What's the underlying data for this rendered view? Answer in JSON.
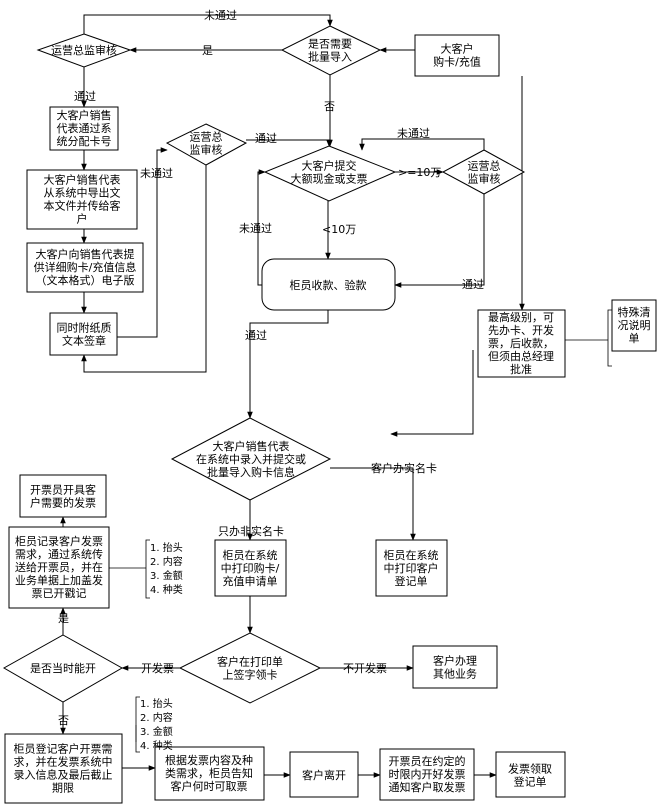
{
  "nodes": {
    "d_batch": [
      "是否需要",
      "批量导入"
    ],
    "big_customer": [
      "大客户",
      "购卡/充值"
    ],
    "d_ops_top": [
      "运营总监审核"
    ],
    "assign_card": [
      "大客户销售",
      "代表通过系",
      "统分配卡号"
    ],
    "export_text": [
      "大客户销售代表",
      "从系统中导出文",
      "本文件并传给客",
      "户"
    ],
    "provide_detail": [
      "大客户向销售代表提",
      "供详细购卡/充值信息",
      "（文本格式）电子版"
    ],
    "attach_paper": [
      "同时附纸质",
      "文本签章"
    ],
    "d_ops_mid": [
      "运营总",
      "监审核"
    ],
    "d_payment": [
      "大客户提交",
      "大额现金或支票"
    ],
    "d_ops_right": [
      "运营总",
      "监审核"
    ],
    "teller_check": [
      "柜员收款、验款"
    ],
    "top_level": [
      "最高级别，可",
      "先办卡、开发",
      "票，后收款，",
      "但须由总经理",
      "批准"
    ],
    "special_note": [
      "特殊清",
      "况说明",
      "单"
    ],
    "d_enter": [
      "大客户销售代表",
      "在系统中录入并提交或",
      "批量导入购卡信息"
    ],
    "print_register": [
      "柜员在系统",
      "中打印客户",
      "登记单"
    ],
    "print_purchase": [
      "柜员在系统",
      "中打印购卡/",
      "充值申请单"
    ],
    "d_sign": [
      "客户在打印单",
      "上签字领卡"
    ],
    "other_business": [
      "客户办理",
      "其他业务"
    ],
    "invoicer_issue": [
      "开票员开具客",
      "户需要的发票"
    ],
    "teller_record": [
      "柜员记录客户发票",
      "需求，通过系统传",
      "送给开票员，并在",
      "业务单据上加盖发",
      "票已开戳记"
    ],
    "d_invoice_now": [
      "是否当时能开"
    ],
    "teller_register_invoice": [
      "柜员登记客户开票需",
      "求，并在发票系统中",
      "录入信息及最后截止",
      "期限"
    ],
    "tell_customer": [
      "根据发票内容及种",
      "类需求，柜员告知",
      "客户何时可取票"
    ],
    "customer_leave": [
      "客户离开"
    ],
    "invoicer_later": [
      "开票员在约定的",
      "时限内开好发票",
      "通知客户取发票"
    ],
    "pickup_register": [
      "发票领取",
      "登记单"
    ]
  },
  "notes": {
    "invoice_items_upper": [
      "1. 抬头",
      "2. 内容",
      "3. 金额",
      "4. 种类"
    ],
    "invoice_items_lower": [
      "1. 抬头",
      "2. 内容",
      "3. 金额",
      "4. 种类"
    ]
  },
  "edge_labels": {
    "not_passed_top": "未通过",
    "yes_top": "是",
    "passed_top": "通过",
    "no_batch": "否",
    "not_passed_left": "未通过",
    "passed_mid": "通过",
    "not_passed_right_top": "未通过",
    "ge_100k": ">=10万",
    "lt_100k": "<10万",
    "not_passed_pay": "未通过",
    "passed_right": "通过",
    "passed_bottom": "通过",
    "real_name": "客户办实名卡",
    "non_real_name": "只办非实名卡",
    "issue_invoice": "开发票",
    "no_invoice": "不开发票",
    "yes_left": "是",
    "no_left": "否"
  }
}
